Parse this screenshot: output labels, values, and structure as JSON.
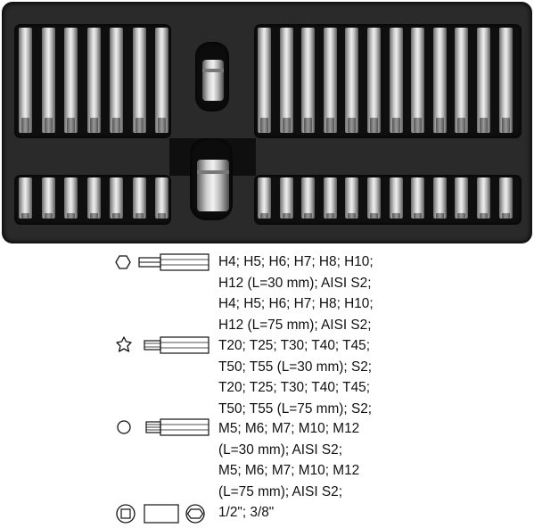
{
  "legend": {
    "hex": {
      "icon": "hex-bit-icon",
      "lines": [
        "H4; H5; H6; H7; H8; H10;",
        "H12 (L=30 mm); AISI S2;",
        "H4; H5; H6; H7; H8; H10;",
        "H12 (L=75 mm); AISI S2;"
      ]
    },
    "torx": {
      "icon": "torx-bit-icon",
      "lines": [
        "T20; T25; T30;  T40; T45;",
        "T50; T55 (L=30 mm); S2;",
        "T20; T25; T30;  T40; T45;",
        "T50; T55 (L=75 mm); S2;"
      ]
    },
    "ribe": {
      "icon": "spline-bit-icon",
      "lines": [
        "M5; M6; M7; M10; M12",
        "(L=30 mm); AISI S2;",
        "M5; M6; M7; M10; M12",
        "(L=75 mm); AISI S2;"
      ]
    },
    "drive": {
      "icon": "adapter-icon",
      "lines": [
        "1/2\"; 3/8\""
      ]
    }
  },
  "colors": {
    "tray": "#2a2a2a",
    "well": "#0f0f0f",
    "text": "#111111"
  }
}
